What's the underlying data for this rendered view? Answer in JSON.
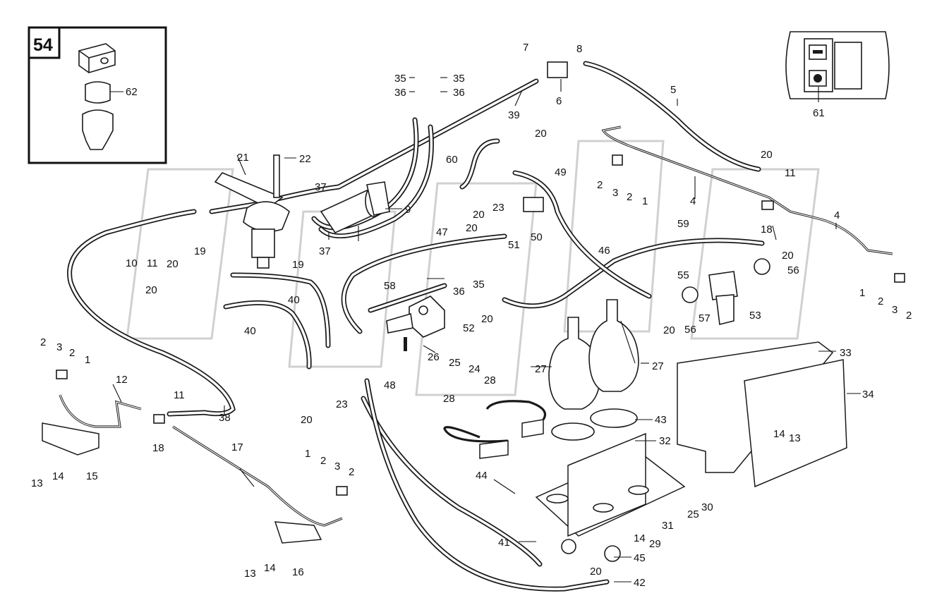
{
  "inset": {
    "number": "54",
    "parts": [
      "62"
    ]
  },
  "panel_inset": {
    "label": "61"
  },
  "callouts": [
    "1",
    "2",
    "3",
    "4",
    "5",
    "6",
    "7",
    "8",
    "9",
    "10",
    "11",
    "12",
    "13",
    "14",
    "15",
    "16",
    "17",
    "18",
    "19",
    "20",
    "21",
    "22",
    "23",
    "24",
    "25",
    "26",
    "27",
    "28",
    "29",
    "30",
    "31",
    "32",
    "33",
    "34",
    "35",
    "36",
    "37",
    "38",
    "39",
    "40",
    "41",
    "42",
    "43",
    "44",
    "45",
    "46",
    "47",
    "48",
    "49",
    "50",
    "51",
    "52",
    "53",
    "55",
    "56",
    "57",
    "58",
    "59",
    "60"
  ]
}
